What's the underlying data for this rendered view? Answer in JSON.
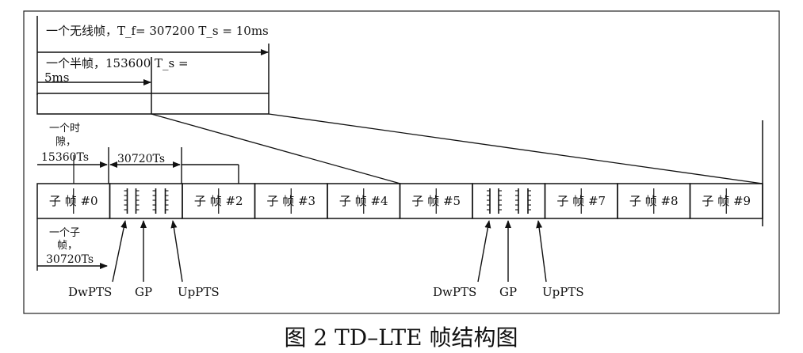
{
  "annotations": {
    "radio_frame": "一个无线帧，T_f= 307200 T_s = 10ms",
    "half_frame_line1": "一个半帧，153600 T_s =",
    "half_frame_line2": "5ms",
    "slot_line1": "一个时",
    "slot_line2": "隙，",
    "slot_value": "15360Ts",
    "subframe_span": "30720Ts",
    "subframe_line1": "一个子",
    "subframe_line2": "帧，",
    "subframe_value": "30720Ts"
  },
  "subframes": [
    "子 帧 #0",
    "",
    "子 帧 #2",
    "子 帧 #3",
    "子 帧 #4",
    "子 帧 #5",
    "",
    "子 帧 #7",
    "子 帧 #8",
    "子 帧 #9"
  ],
  "special_fields": {
    "group1": [
      "DwPTS",
      "GP",
      "UpPTS"
    ],
    "group2": [
      "DwPTS",
      "GP",
      "UpPTS"
    ]
  },
  "caption": "图 2   TD–LTE 帧结构图"
}
